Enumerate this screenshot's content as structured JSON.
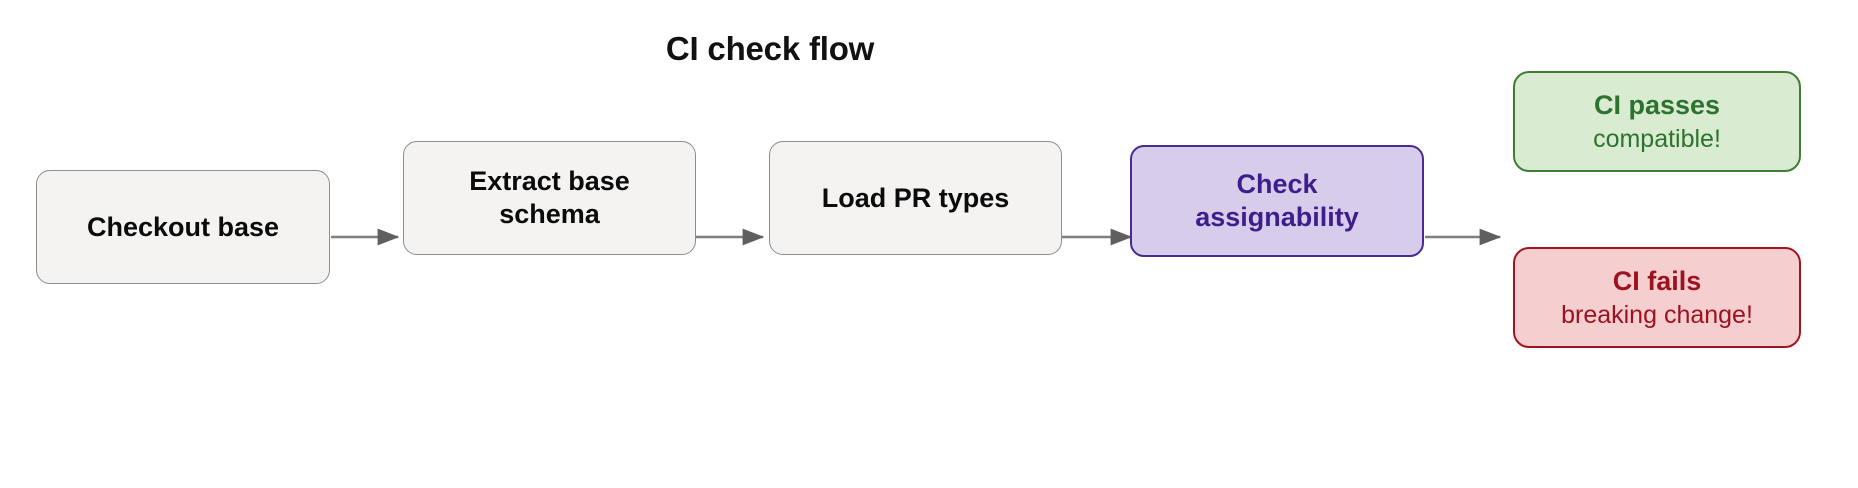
{
  "title": "CI check flow",
  "colors": {
    "background": "#ffffff",
    "process_fill": "#f4f3f1",
    "process_border": "#8d8d8d",
    "process_text": "#0b0b0b",
    "decision_fill": "#d7cdea",
    "decision_border": "#4b2a90",
    "decision_text": "#3d1e8c",
    "pass_fill": "#d9ecd1",
    "pass_border": "#3f7d34",
    "pass_text": "#2e7230",
    "fail_fill": "#f5ced0",
    "fail_border": "#a31420",
    "fail_text": "#9d1220",
    "edge": "#7f7f7f"
  },
  "nodes": [
    {
      "id": "checkout-base",
      "label": "Checkout base",
      "kind": "process"
    },
    {
      "id": "extract-base-schema",
      "line1": "Extract base",
      "line2": "schema",
      "kind": "process"
    },
    {
      "id": "load-pr-types",
      "label": "Load PR types",
      "kind": "process"
    },
    {
      "id": "check-assignability",
      "line1": "Check",
      "line2": "assignability",
      "kind": "decision"
    },
    {
      "id": "ci-passes",
      "label": "CI passes",
      "sub": "compatible!",
      "kind": "pass"
    },
    {
      "id": "ci-fails",
      "label": "CI fails",
      "sub": "breaking change!",
      "kind": "fail"
    }
  ],
  "edges": [
    {
      "from": "checkout-base",
      "to": "extract-base-schema"
    },
    {
      "from": "extract-base-schema",
      "to": "load-pr-types"
    },
    {
      "from": "load-pr-types",
      "to": "check-assignability"
    },
    {
      "from": "check-assignability",
      "to": "outcome"
    }
  ]
}
